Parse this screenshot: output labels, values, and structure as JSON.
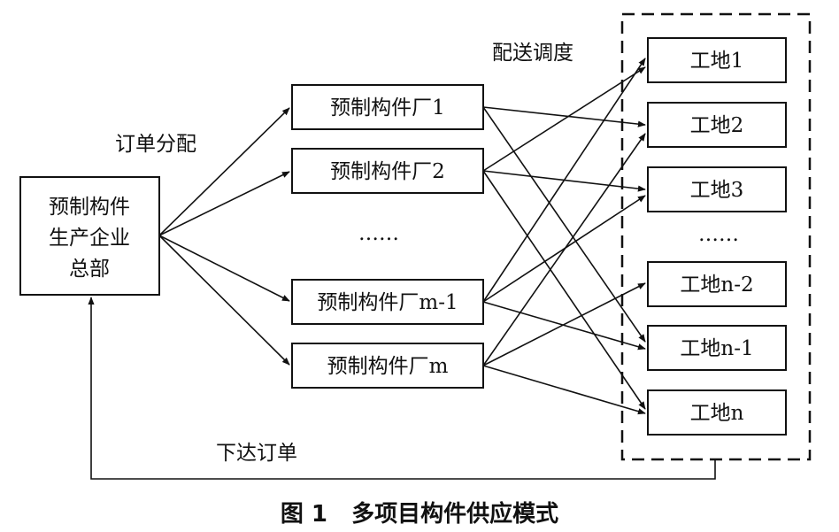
{
  "headquarters": {
    "lines": [
      "预制构件",
      "生产企业",
      "总部"
    ]
  },
  "factories": [
    "预制构件厂1",
    "预制构件厂2",
    "预制构件厂m-1",
    "预制构件厂m"
  ],
  "factory_ellipsis": "……",
  "sites": [
    "工地1",
    "工地2",
    "工地3",
    "工地n-2",
    "工地n-1",
    "工地n"
  ],
  "site_ellipsis": "……",
  "labels": {
    "order_allocation": "订单分配",
    "delivery_dispatch": "配送调度",
    "place_order": "下达订单"
  },
  "caption": "图 1   多项目构件供应模式"
}
